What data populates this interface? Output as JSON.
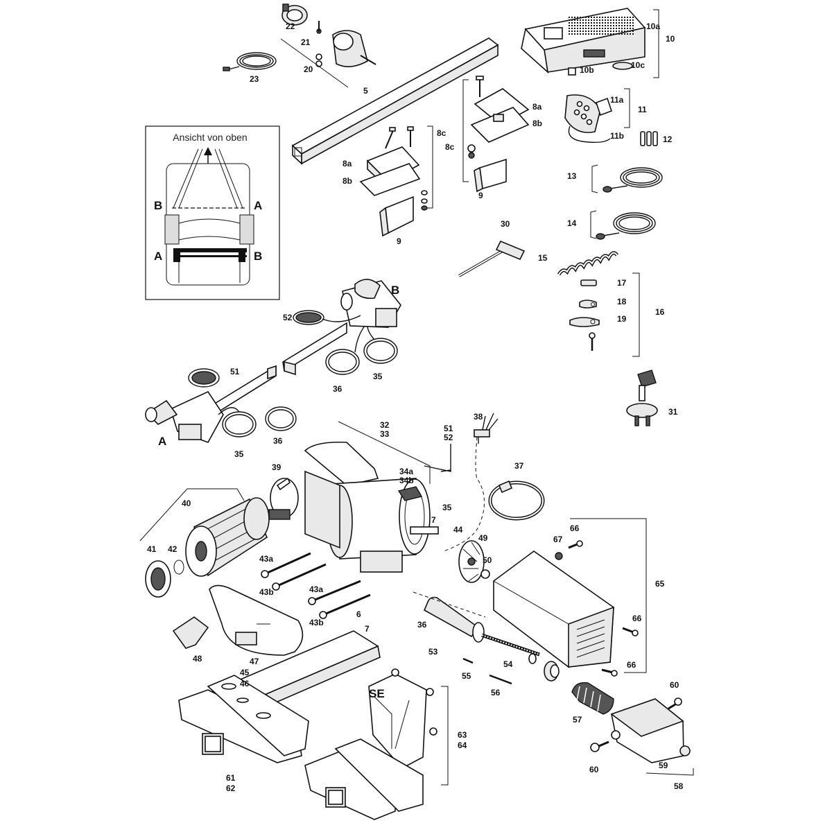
{
  "inset": {
    "title": "Ansicht von oben",
    "marks": [
      "B",
      "A",
      "A",
      "B"
    ]
  },
  "motor_units": {
    "a_label": "A",
    "b_label": "B"
  },
  "part_labels": [
    "22",
    "21",
    "20",
    "23",
    "5",
    "10a",
    "10",
    "10b",
    "10c",
    "8a",
    "8b",
    "8c",
    "9",
    "8c",
    "8a",
    "8b",
    "9",
    "11a",
    "11",
    "11b",
    "12",
    "13",
    "14",
    "30",
    "15",
    "17",
    "18",
    "19",
    "16",
    "52",
    "51",
    "36",
    "35",
    "35",
    "36",
    "31",
    "32",
    "33",
    "38",
    "51",
    "52",
    "37",
    "39",
    "34a",
    "34b",
    "35",
    "7",
    "44",
    "40",
    "49",
    "50",
    "67",
    "66",
    "65",
    "41",
    "42",
    "43a",
    "43b",
    "43a",
    "43b",
    "6",
    "7",
    "48",
    "47",
    "45",
    "46",
    "53",
    "36",
    "54",
    "55",
    "56",
    "66",
    "66",
    "57",
    "60",
    "60",
    "59",
    "58",
    "61",
    "62",
    "63",
    "64",
    "SE"
  ]
}
